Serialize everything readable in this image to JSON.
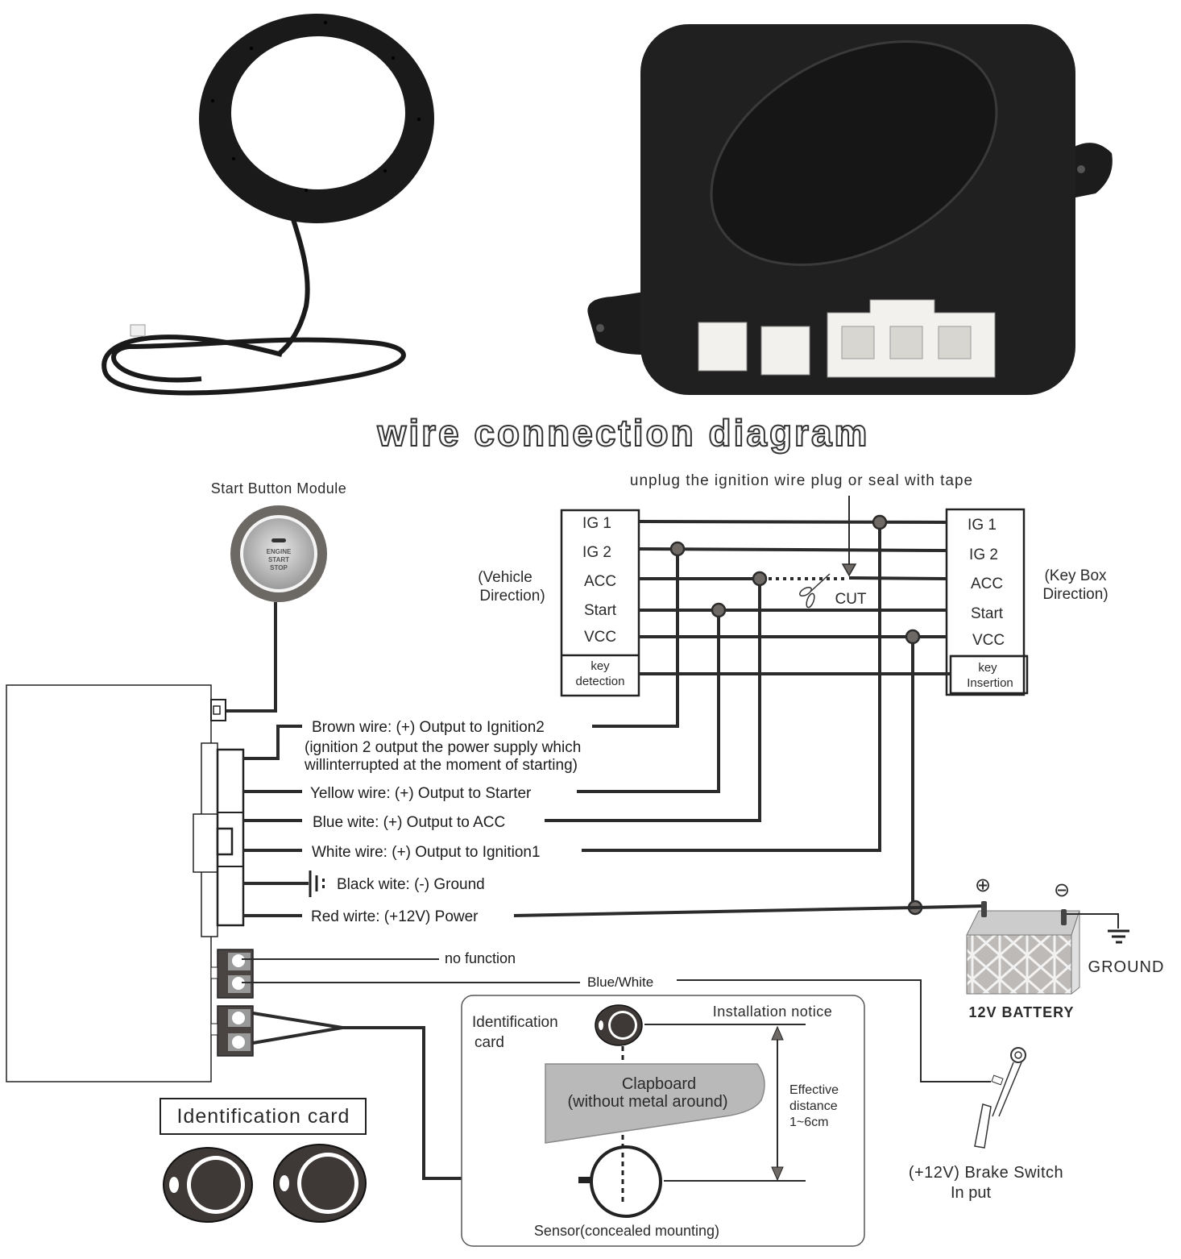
{
  "title": "wire connection diagram",
  "photos": {
    "sensor_ring": "sensor-ring-antenna-with-cable",
    "control_box": "control-module-box-with-connectors"
  },
  "start_button": {
    "label": "Start Button Module",
    "button_text": [
      "ENGINE",
      "START",
      "STOP"
    ]
  },
  "top_note": "unplug the ignition wire plug or seal with tape",
  "vehicle_side": {
    "direction_label": [
      "(Vehicle",
      "Direction)"
    ],
    "pins": [
      "IG 1",
      "IG 2",
      "ACC",
      "Start",
      "VCC"
    ],
    "footer": [
      "key",
      "detection"
    ]
  },
  "keybox_side": {
    "direction_label": [
      "(Key Box",
      "Direction)"
    ],
    "pins": [
      "IG 1",
      "IG 2",
      "ACC",
      "Start",
      "VCC"
    ],
    "footer": [
      "key",
      "Insertion"
    ]
  },
  "cut_label": "CUT",
  "wires": [
    {
      "label": "Brown wire:  (+) Output to Ignition2",
      "note": [
        "(ignition 2 output the power supply which",
        "willinterrupted at the moment of starting)"
      ]
    },
    {
      "label": "Yellow wire:  (+) Output to Starter"
    },
    {
      "label": "Blue wite:  (+) Output to ACC"
    },
    {
      "label": "White wire: (+) Output to Ignition1"
    },
    {
      "label": "Black wite: (-) Ground"
    },
    {
      "label": "Red wirte:  (+12V) Power"
    }
  ],
  "aux": {
    "no_function": "no function",
    "blue_white": "Blue/White"
  },
  "battery": {
    "label": "12V BATTERY",
    "plus": "⊕",
    "minus": "⊖",
    "ground": "GROUND"
  },
  "brake": {
    "label": [
      "(+12V) Brake Switch",
      "In put"
    ]
  },
  "id_card": {
    "title": "Identification card"
  },
  "install": {
    "id_card_label": [
      "Identification",
      "card"
    ],
    "notice": "Installation notice",
    "clapboard": [
      "Clapboard",
      "(without metal around)"
    ],
    "distance": [
      "Effective",
      "distance",
      "1~6cm"
    ],
    "sensor": "Sensor(concealed mounting)"
  }
}
